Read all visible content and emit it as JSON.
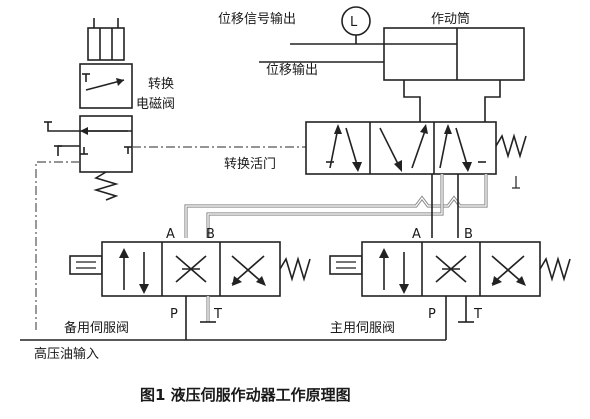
{
  "labels": {
    "displacement_signal_output": "位移信号输出",
    "displacement_sensor_symbol": "L",
    "actuator": "作动筒",
    "displacement_output": "位移输出",
    "solenoid_valve": "转换电磁阀",
    "solenoid_valve_line1": "转换",
    "solenoid_valve_line2": "电磁阀",
    "switching_valve": "转换活门",
    "backup_servo_valve": "备用伺服阀",
    "main_servo_valve": "主用伺服阀",
    "high_pressure_oil_input": "高压油输入"
  },
  "ports": {
    "backup": {
      "a": "A",
      "b": "B",
      "p": "P",
      "t": "T"
    },
    "main": {
      "a": "A",
      "b": "B",
      "p": "P",
      "t": "T"
    }
  },
  "caption": "图1    液压伺服作动器工作原理图"
}
